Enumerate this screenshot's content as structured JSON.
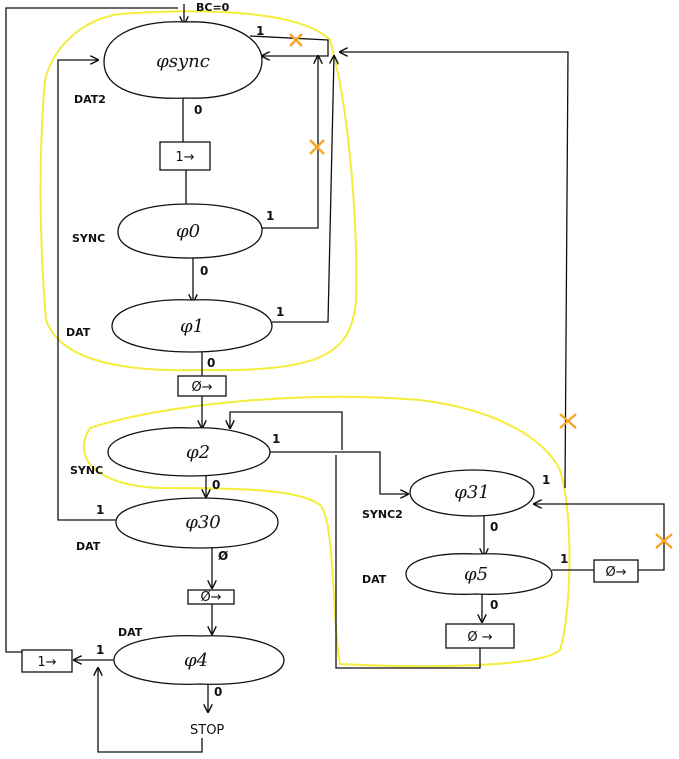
{
  "header": {
    "annotation": "BC=0"
  },
  "states": {
    "sync": "φsync",
    "s0": "φ0",
    "s1": "φ1",
    "s2": "φ2",
    "s30": "φ30",
    "s4": "φ4",
    "s31": "φ31",
    "s5": "φ5"
  },
  "signals": {
    "sync_state": "DAT2",
    "s0": "SYNC",
    "s1": "DAT",
    "s2": "SYNC",
    "s30": "DAT",
    "s4": "DAT",
    "s31": "SYNC2",
    "s5": "DAT"
  },
  "boxes": {
    "b1": "1→",
    "b2": "Ø→",
    "b3": "Ø→",
    "b4": "1→",
    "b5": "Ø→",
    "b6": "Ø →"
  },
  "edges": {
    "sync_one": "1",
    "sync_zero": "0",
    "s0_one": "1",
    "s0_zero": "0",
    "s1_one": "1",
    "s1_zero": "0",
    "s2_one": "1",
    "s2_zero": "0",
    "s30_one": "1",
    "s30_zero": "Ø",
    "s4_one": "1",
    "s4_zero": "0",
    "s31_one": "1",
    "s31_zero": "0",
    "s5_one": "1",
    "s5_zero": "0"
  },
  "terminal": "STOP",
  "colors": {
    "ink": "#111111",
    "highlight": "#f2ee3a",
    "cross": "#f5a623",
    "background": "#ffffff"
  }
}
